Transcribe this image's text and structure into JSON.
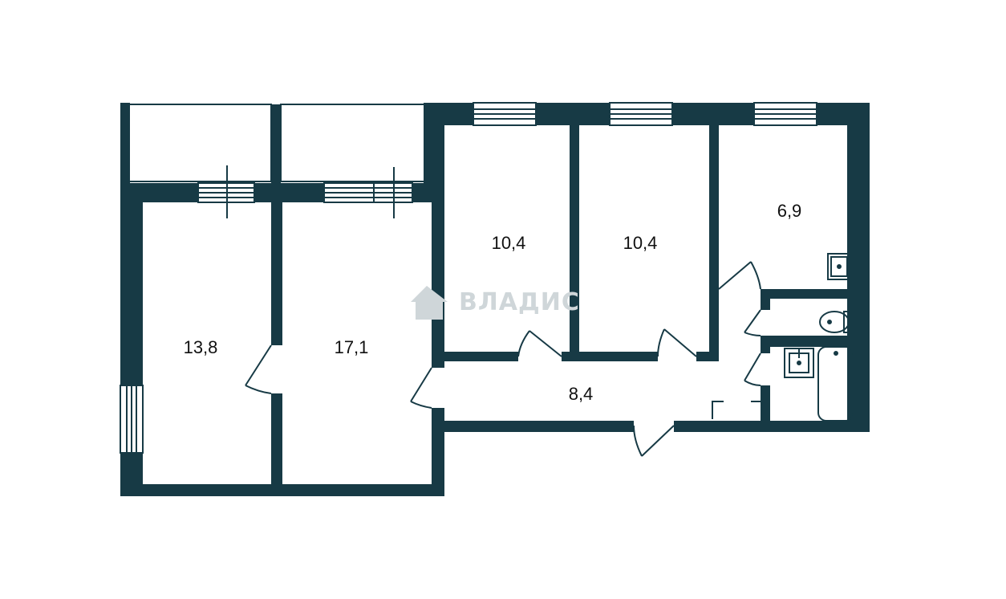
{
  "colors": {
    "wall": "#173a45",
    "line": "#173a45",
    "background": "#ffffff",
    "watermark": "#cfd6d9"
  },
  "rooms": [
    {
      "id": "room-1",
      "area": "13,8"
    },
    {
      "id": "room-2",
      "area": "17,1"
    },
    {
      "id": "room-3",
      "area": "10,4"
    },
    {
      "id": "room-4",
      "area": "10,4"
    },
    {
      "id": "kitchen",
      "area": "6,9"
    },
    {
      "id": "hallway",
      "area": "8,4"
    }
  ],
  "watermark": {
    "text": "ВЛАДИС",
    "icon": "house-logo-icon"
  },
  "fixtures": [
    "kitchen-sink-icon",
    "toilet-icon",
    "bathroom-sink-icon",
    "bathtub-icon"
  ]
}
